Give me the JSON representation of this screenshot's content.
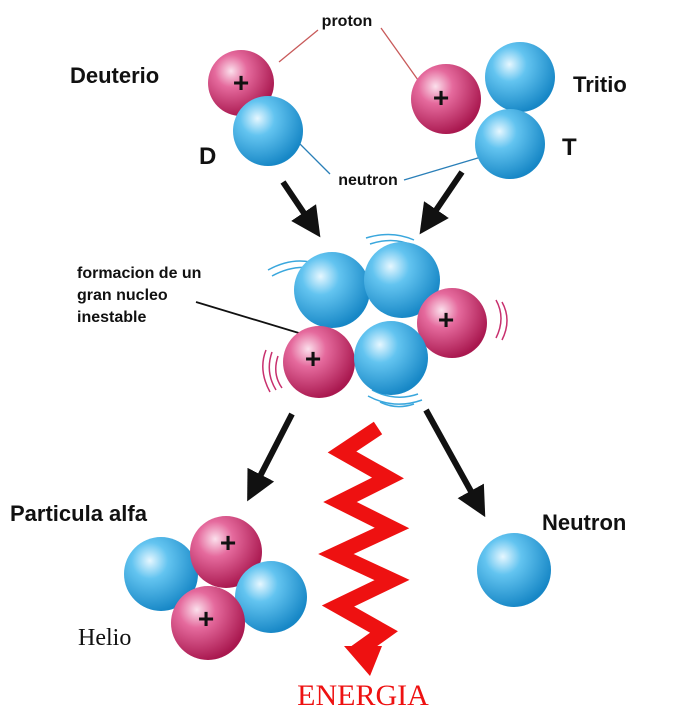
{
  "labels": {
    "proton": "proton",
    "neutron": "neutron",
    "deuterio": "Deuterio",
    "tritio": "Tritio",
    "d": "D",
    "t": "T",
    "formacion_line1": "formacion de un",
    "formacion_line2": "gran nucleo",
    "formacion_line3": "inestable",
    "particula_alfa": "Particula alfa",
    "neutron_product": "Neutron",
    "helio": "Helio",
    "energia": "ENERGIA"
  },
  "proton_sign": "+",
  "colors": {
    "proton": "#c8306e",
    "neutron": "#2ea3df",
    "energy": "#ee1111",
    "dt_letters": "#1e4f8a",
    "arrow": "#111111"
  }
}
